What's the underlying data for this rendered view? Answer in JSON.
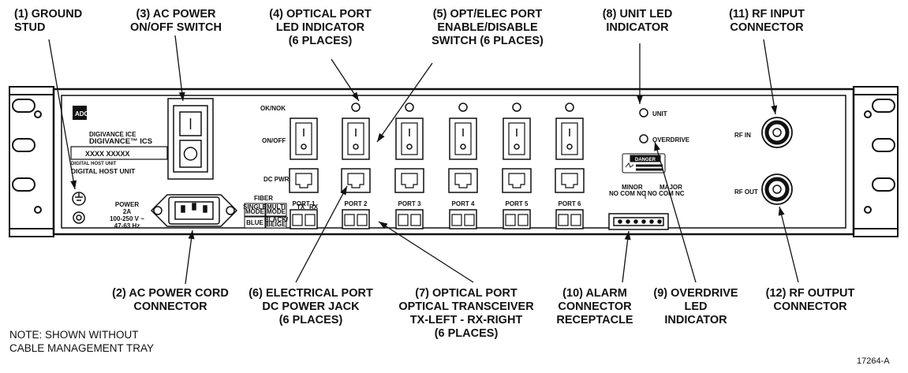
{
  "callouts": {
    "c1": [
      "(1) GROUND",
      "STUD"
    ],
    "c3": [
      "(3) AC POWER",
      "ON/OFF SWITCH"
    ],
    "c4": [
      "(4) OPTICAL PORT",
      "LED INDICATOR",
      "(6 PLACES)"
    ],
    "c5": [
      "(5) OPT/ELEC PORT",
      "ENABLE/DISABLE",
      "SWITCH (6 PLACES)"
    ],
    "c8": [
      "(8) UNIT LED",
      "INDICATOR"
    ],
    "c11": [
      "(11) RF INPUT",
      "CONNECTOR"
    ],
    "c2": [
      "(2) AC POWER CORD",
      "CONNECTOR"
    ],
    "c6": [
      "(6) ELECTRICAL PORT",
      "DC POWER JACK",
      "(6 PLACES)"
    ],
    "c7": [
      "(7) OPTICAL PORT",
      "OPTICAL TRANSCEIVER",
      "TX-LEFT - RX-RIGHT",
      "(6 PLACES)"
    ],
    "c10": [
      "(10) ALARM",
      "CONNECTOR",
      "RECEPTACLE"
    ],
    "c9": [
      "(9) OVERDRIVE",
      "LED",
      "INDICATOR"
    ],
    "c12": [
      "(12) RF OUTPUT",
      "CONNECTOR"
    ]
  },
  "note": [
    "NOTE: SHOWN  WITHOUT",
    "CABLE MANAGEMENT TRAY"
  ],
  "figure_id": "17264-A",
  "panel": {
    "brand": "DIGIVANCE ICE",
    "brand2": "DIGIVANCE™ ICS",
    "model": "XXXX    XXXXX",
    "model_sub": "DIGITAL HOST UNIT",
    "unit_name": "DIGITAL HOST UNIT",
    "power_lines": [
      "POWER",
      "2A",
      "100-250 V ~",
      "47-63 Hz"
    ],
    "ok_nok": "OK/NOK",
    "on_off": "ON/OFF",
    "dc_pwr": "DC PWR",
    "fiber": "FIBER",
    "single_mode": [
      "SINGLE",
      "MODE"
    ],
    "multi_mode": [
      "MULTI",
      "MODE"
    ],
    "blue": "BLUE",
    "black_beige": [
      "BLACK/",
      "BEIGE"
    ],
    "tx": "TX",
    "rx": "RX",
    "ports": [
      "PORT 1",
      "PORT 2",
      "PORT 3",
      "PORT 4",
      "PORT 5",
      "PORT 6"
    ],
    "unit": "UNIT",
    "overdrive": "OVERDRIVE",
    "danger": "DANGER",
    "minor": "MINOR",
    "major": "MAJOR",
    "alarm_pins": "NO COM NC NO COM NC",
    "rf_in": "RF IN",
    "rf_out": "RF OUT"
  }
}
